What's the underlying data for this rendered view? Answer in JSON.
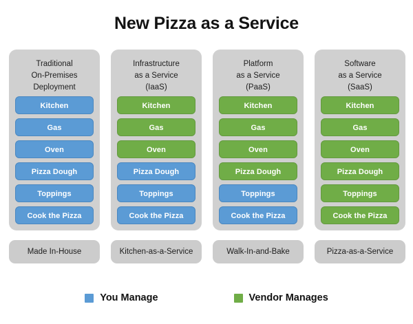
{
  "title": "New Pizza as a Service",
  "colors": {
    "you_manage": "#5b9bd5",
    "vendor_manages": "#70ad47",
    "panel_background": "#d0d0d0",
    "footer_background": "#cccccc",
    "page_background": "#ffffff",
    "text": "#1d1d1d"
  },
  "item_names": [
    "Kitchen",
    "Gas",
    "Oven",
    "Pizza Dough",
    "Toppings",
    "Cook the Pizza"
  ],
  "columns": [
    {
      "header_lines": [
        "Traditional",
        "On-Premises",
        "Deployment"
      ],
      "footer": "Made In-House",
      "items": [
        {
          "label": "Kitchen",
          "owner": "you"
        },
        {
          "label": "Gas",
          "owner": "you"
        },
        {
          "label": "Oven",
          "owner": "you"
        },
        {
          "label": "Pizza Dough",
          "owner": "you"
        },
        {
          "label": "Toppings",
          "owner": "you"
        },
        {
          "label": "Cook the Pizza",
          "owner": "you"
        }
      ]
    },
    {
      "header_lines": [
        "Infrastructure",
        "as a Service",
        "(IaaS)"
      ],
      "footer": "Kitchen-as-a-Service",
      "items": [
        {
          "label": "Kitchen",
          "owner": "vendor"
        },
        {
          "label": "Gas",
          "owner": "vendor"
        },
        {
          "label": "Oven",
          "owner": "vendor"
        },
        {
          "label": "Pizza Dough",
          "owner": "you"
        },
        {
          "label": "Toppings",
          "owner": "you"
        },
        {
          "label": "Cook the Pizza",
          "owner": "you"
        }
      ]
    },
    {
      "header_lines": [
        "Platform",
        "as a Service",
        "(PaaS)"
      ],
      "footer": "Walk-In-and-Bake",
      "items": [
        {
          "label": "Kitchen",
          "owner": "vendor"
        },
        {
          "label": "Gas",
          "owner": "vendor"
        },
        {
          "label": "Oven",
          "owner": "vendor"
        },
        {
          "label": "Pizza Dough",
          "owner": "vendor"
        },
        {
          "label": "Toppings",
          "owner": "you"
        },
        {
          "label": "Cook the Pizza",
          "owner": "you"
        }
      ]
    },
    {
      "header_lines": [
        "Software",
        "as a Service",
        "(SaaS)"
      ],
      "footer": "Pizza-as-a-Service",
      "items": [
        {
          "label": "Kitchen",
          "owner": "vendor"
        },
        {
          "label": "Gas",
          "owner": "vendor"
        },
        {
          "label": "Oven",
          "owner": "vendor"
        },
        {
          "label": "Pizza Dough",
          "owner": "vendor"
        },
        {
          "label": "Toppings",
          "owner": "vendor"
        },
        {
          "label": "Cook the Pizza",
          "owner": "vendor"
        }
      ]
    }
  ],
  "legend": [
    {
      "label": "You Manage",
      "owner": "you"
    },
    {
      "label": "Vendor Manages",
      "owner": "vendor"
    }
  ]
}
